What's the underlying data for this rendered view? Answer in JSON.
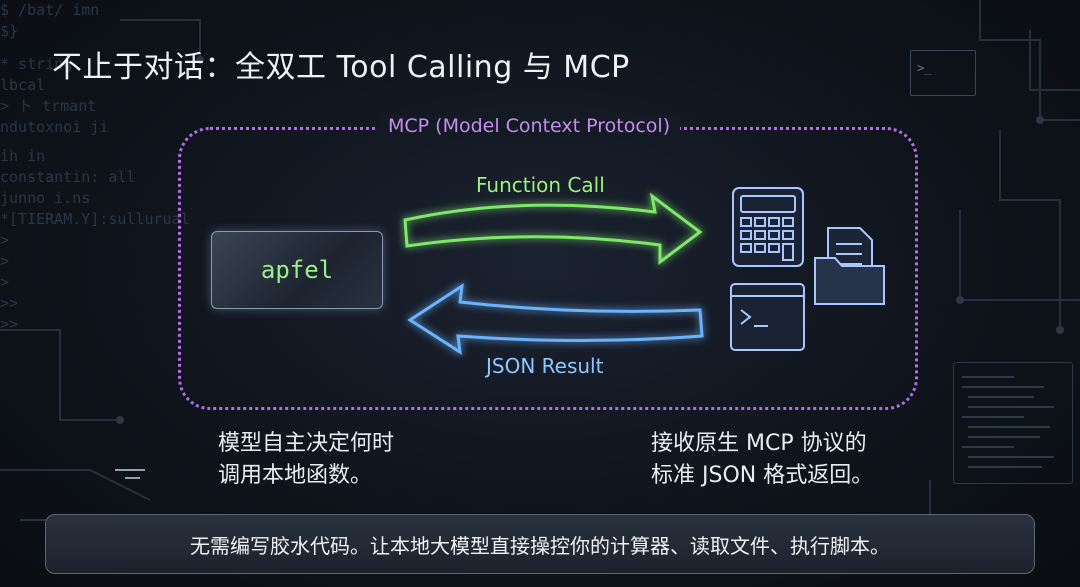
{
  "title": "不止于对话：全双工 Tool Calling 与 MCP",
  "frame_label": "MCP (Model Context Protocol)",
  "app_label": "apfel",
  "arrow_top_label": "Function Call",
  "arrow_bottom_label": "JSON Result",
  "caption_left": [
    "模型自主决定何时",
    "调用本地函数。"
  ],
  "caption_right": [
    "接收原生 MCP 协议的",
    "标准 JSON 格式返回。"
  ],
  "banner_text": "无需编写胶水代码。让本地大模型直接操控你的计算器、读取文件、执行脚本。",
  "terminal_prompt": ">_",
  "icons": [
    "calculator-icon",
    "document-icon",
    "folder-icon",
    "terminal-icon"
  ],
  "background_code": [
    "$ /bat/ imn",
    "  $}",
    "",
    "  * string",
    "  lbcal",
    "> ト trmant",
    " ndutoxnoi ji",
    "",
    "ih in",
    "constantin: all",
    "junno i.ns",
    "*[TIERAM.Y]:sullurual",
    ">",
    ">",
    "",
    ">",
    ">>",
    ">>"
  ],
  "colors": {
    "green_arrow": "#7de86a",
    "blue_arrow": "#6ab4ff",
    "frame": "#b16ee0",
    "icon_stroke": "#a9c7ff"
  }
}
